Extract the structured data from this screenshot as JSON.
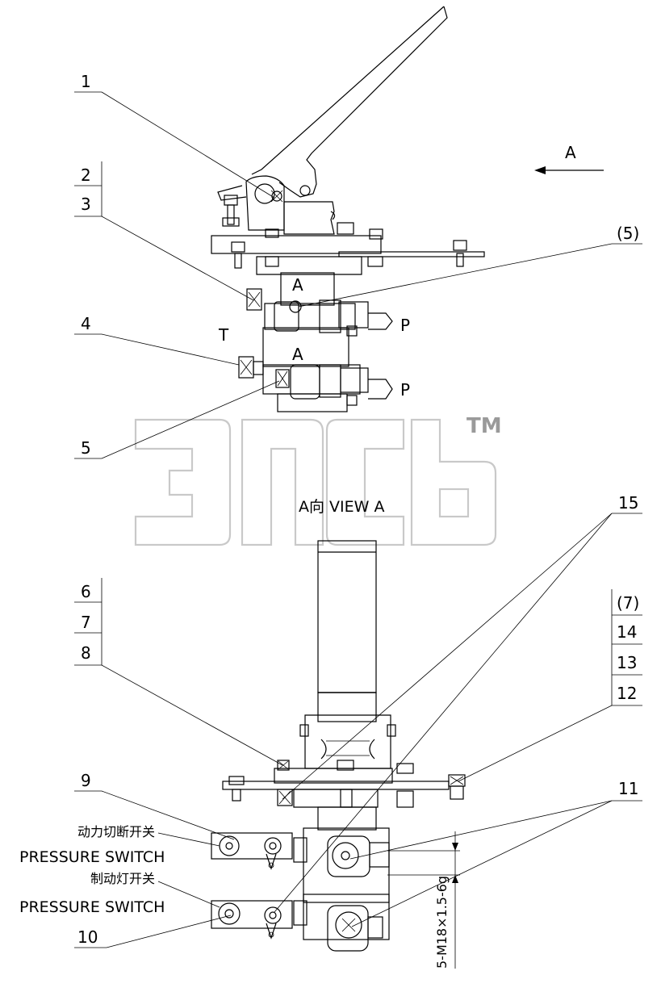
{
  "callouts": {
    "c1": "1",
    "c2": "2",
    "c3": "3",
    "c4": "4",
    "c5": "5",
    "c5p": "(5)",
    "c6": "6",
    "c7": "7",
    "c8": "8",
    "c9": "9",
    "c10": "10",
    "c11": "11",
    "c12": "12",
    "c13": "13",
    "c14": "14",
    "c15": "15",
    "c7p": "(7)"
  },
  "ports": {
    "A": "A",
    "T": "T",
    "P": "P"
  },
  "view_arrow": "A",
  "view_label": "A向  VIEW A",
  "switch_power": {
    "cn": "动力切断开关",
    "en": "PRESSURE SWITCH"
  },
  "switch_brake": {
    "cn": "制动灯开关",
    "en": "PRESSURE SWITCH"
  },
  "thread_spec": "5-M18×1.5-6g",
  "watermark": {
    "logo_text": "эпсь",
    "tm": "TM"
  }
}
